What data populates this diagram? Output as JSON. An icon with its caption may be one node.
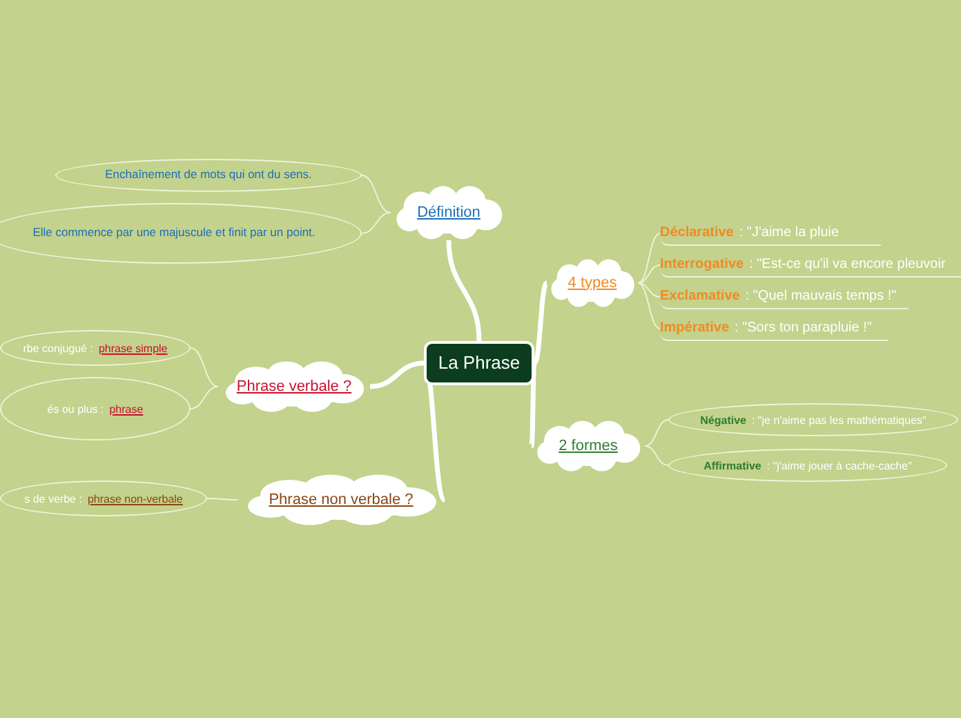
{
  "diagram": {
    "nodes": [
      {
        "text": [
          "La Phrase"
        ]
      },
      {
        "text": [
          "Définition"
        ]
      },
      {
        "text": [
          "Enchaînement de mots qui ont du sens."
        ]
      },
      {
        "text": [
          "Elle commence par une majuscule et finit par un point."
        ]
      },
      {
        "text": [
          "4 types"
        ]
      },
      {
        "text": [
          "Déclarative",
          ": \"J'aime la pluie"
        ]
      },
      {
        "text": [
          "Interrogative",
          ": \"Est-ce qu'il va encore pleuvoir"
        ]
      },
      {
        "text": [
          "Exclamative",
          ": \"Quel mauvais temps !\""
        ]
      },
      {
        "text": [
          "Impérative",
          ": \"Sors ton parapluie !\""
        ]
      },
      {
        "text": [
          "2 formes"
        ]
      },
      {
        "text": [
          "Négative",
          ": \"je n'aime pas les mathématiques\""
        ]
      },
      {
        "text": [
          "Affirmative",
          ": \"j'aime jouer à cache-cache\""
        ]
      },
      {
        "text": [
          "Phrase verbale ?"
        ]
      },
      {
        "text": [
          "rbe conjugué :",
          "phrase simple"
        ]
      },
      {
        "text": [
          "és ou plus :",
          "phrase"
        ]
      },
      {
        "text": [
          "Phrase non verbale ?"
        ]
      },
      {
        "text": [
          "s de verbe :",
          "phrase non-verbale"
        ]
      }
    ],
    "edges": [
      {
        "from": 0,
        "to": 1,
        "arrow": "none",
        "style": "thick"
      },
      {
        "from": 1,
        "to": 2,
        "arrow": "none"
      },
      {
        "from": 1,
        "to": 3,
        "arrow": "none"
      },
      {
        "from": 0,
        "to": 4,
        "arrow": "none",
        "style": "thick"
      },
      {
        "from": 4,
        "to": 5,
        "arrow": "none"
      },
      {
        "from": 4,
        "to": 6,
        "arrow": "none"
      },
      {
        "from": 4,
        "to": 7,
        "arrow": "none"
      },
      {
        "from": 4,
        "to": 8,
        "arrow": "none"
      },
      {
        "from": 0,
        "to": 9,
        "arrow": "none",
        "style": "thick"
      },
      {
        "from": 9,
        "to": 10,
        "arrow": "none"
      },
      {
        "from": 9,
        "to": 11,
        "arrow": "none"
      },
      {
        "from": 0,
        "to": 12,
        "arrow": "none",
        "style": "thick"
      },
      {
        "from": 12,
        "to": 13,
        "arrow": "none"
      },
      {
        "from": 12,
        "to": 14,
        "arrow": "none"
      },
      {
        "from": 0,
        "to": 15,
        "arrow": "none",
        "style": "thick"
      },
      {
        "from": 15,
        "to": 16,
        "arrow": "none"
      }
    ]
  }
}
